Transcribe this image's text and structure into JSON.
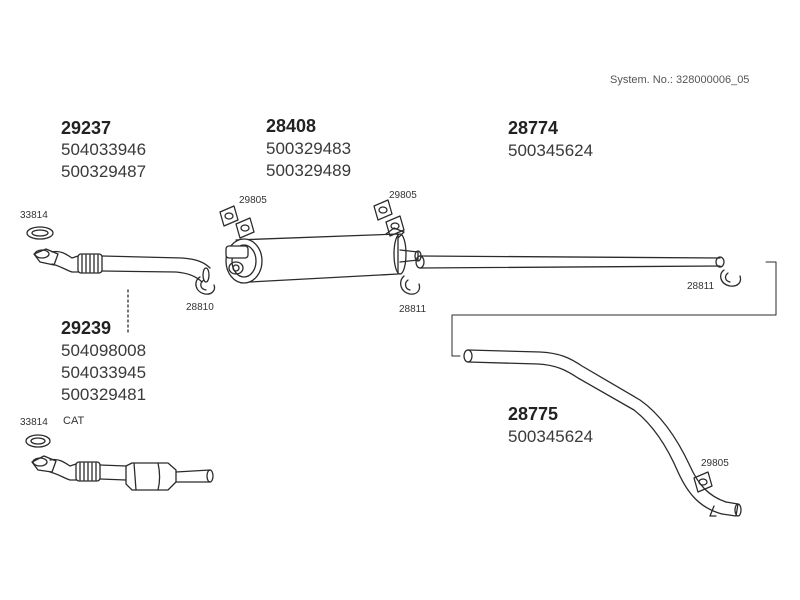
{
  "system_number": "System. No.: 328000006_05",
  "assemblies": [
    {
      "id": "front-pipe",
      "main_part": "29237",
      "alt_parts": [
        "504033946",
        "500329487"
      ]
    },
    {
      "id": "muffler",
      "main_part": "28408",
      "alt_parts": [
        "500329483",
        "500329489"
      ]
    },
    {
      "id": "middle-pipe",
      "main_part": "28774",
      "alt_parts": [
        "500345624"
      ]
    },
    {
      "id": "catalyst-pipe",
      "main_part": "29239",
      "alt_parts": [
        "504098008",
        "504033945",
        "500329481"
      ]
    },
    {
      "id": "tail-pipe",
      "main_part": "28775",
      "alt_parts": [
        "500345624"
      ]
    }
  ],
  "small_parts": {
    "gasket_top": "33814",
    "gasket_bottom": "33814",
    "cat_label": "CAT",
    "clamp_front": "28810",
    "hanger_muffler_left": "29805",
    "hanger_muffler_right": "29805",
    "clamp_muffler_outlet": "28811",
    "clamp_middle": "28811",
    "hanger_tail": "29805"
  },
  "colors": {
    "line": "#2b2b2b",
    "fill": "#ffffff",
    "text": "#3a3a3a",
    "bold": "#222222"
  }
}
